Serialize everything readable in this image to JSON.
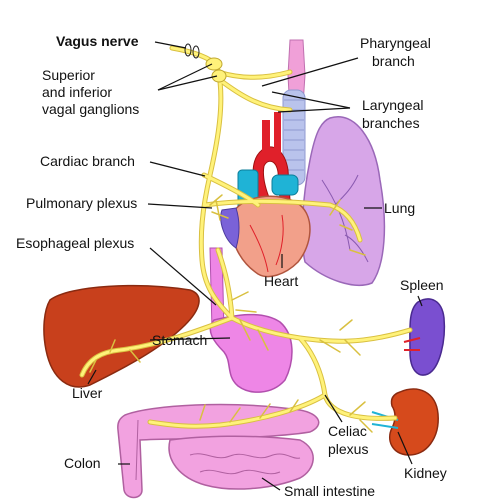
{
  "diagram": {
    "labels": {
      "vagus_nerve": "Vagus nerve",
      "ganglia_line1": "Superior",
      "ganglia_line2": "and inferior",
      "ganglia_line3": "vagal ganglions",
      "pharyngeal_line1": "Pharyngeal",
      "pharyngeal_line2": "branch",
      "laryngeal_line1": "Laryngeal",
      "laryngeal_line2": "branches",
      "cardiac_branch": "Cardiac branch",
      "pulmonary_plexus": "Pulmonary plexus",
      "esophageal_plexus": "Esophageal plexus",
      "lung": "Lung",
      "heart": "Heart",
      "spleen": "Spleen",
      "stomach": "Stomach",
      "liver": "Liver",
      "celiac_line1": "Celiac",
      "celiac_line2": "plexus",
      "colon": "Colon",
      "kidney": "Kidney",
      "small_intestine": "Small intestine"
    },
    "colors": {
      "nerve": "#fff27a",
      "nerve_outline": "#d9c040",
      "lung": "#d7a6e8",
      "heart": "#f2a08a",
      "artery": "#e0202a",
      "vein": "#1fb3d6",
      "trachea": "#b9c3ec",
      "liver": "#c8401c",
      "stomach": "#ee86e6",
      "spleen": "#7a4fd0",
      "kidney": "#d64a1c",
      "intestine": "#f2a2e0"
    }
  }
}
